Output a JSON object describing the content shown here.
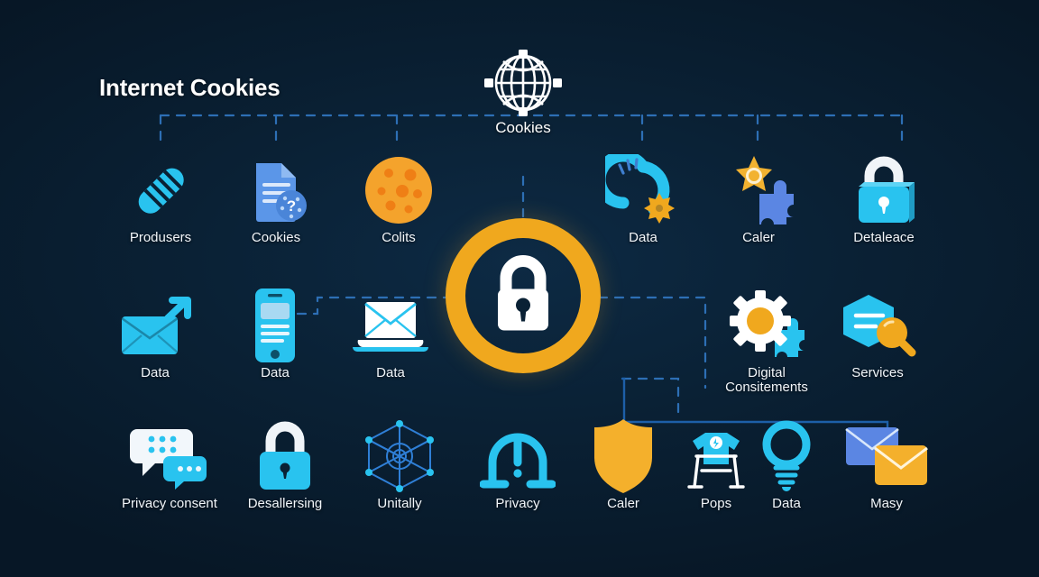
{
  "page": {
    "title": "Internet Cookies",
    "background_color": "#0a2135",
    "accent_amber": "#f0a81e",
    "accent_cyan": "#29c3ef",
    "accent_blue": "#4a8ee0",
    "wire_color": "#2d6fb5",
    "label_color": "#f2f6fa"
  },
  "center": {
    "globe": {
      "label": "Cookies",
      "icon": "globe-network-icon"
    },
    "lock": {
      "icon": "padlock-icon",
      "ring_color": "#f0a81e"
    }
  },
  "rows": [
    {
      "id": "row-1",
      "nodes": [
        {
          "label": "Produsers",
          "icon": "capsule-pill-icon"
        },
        {
          "label": "Cookies",
          "icon": "document-cookie-question-icon"
        },
        {
          "label": "Colits",
          "icon": "cookie-icon"
        },
        {
          "label": "Data",
          "icon": "loading-ring-gear-icon"
        },
        {
          "label": "Caler",
          "icon": "star-badge-puzzle-icon"
        },
        {
          "label": "Detaleace",
          "icon": "padlock-keyhole-icon"
        }
      ]
    },
    {
      "id": "row-2",
      "nodes": [
        {
          "label": "Data",
          "icon": "envelope-arrow-icon"
        },
        {
          "label": "Data",
          "icon": "smartphone-icon"
        },
        {
          "label": "Data",
          "icon": "laptop-envelope-icon"
        },
        {
          "label": "Digital\nConsitements",
          "icon": "gear-puzzle-icon"
        },
        {
          "label": "Services",
          "icon": "hexagon-magnifier-icon"
        }
      ]
    },
    {
      "id": "row-3",
      "nodes": [
        {
          "label": "Privacy consent",
          "icon": "chat-bubbles-icon"
        },
        {
          "label": "Desallersing",
          "icon": "padlock-open-icon"
        },
        {
          "label": "Unitally",
          "icon": "network-cube-icon"
        },
        {
          "label": "Privacy",
          "icon": "arch-alert-icon"
        },
        {
          "label": "Caler",
          "icon": "shield-icon"
        },
        {
          "label": "Pops",
          "icon": "tshirt-chair-icon"
        },
        {
          "label": "Data",
          "icon": "lightbulb-icon"
        },
        {
          "label": "Masy",
          "icon": "two-envelopes-icon"
        }
      ]
    }
  ]
}
